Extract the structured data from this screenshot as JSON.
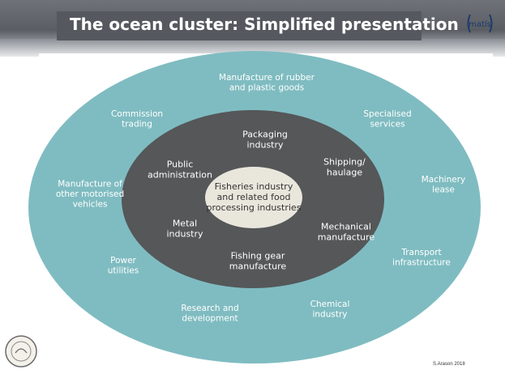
{
  "slide": {
    "title": "The ocean cluster: Simplified presentation",
    "logo_text": "matís",
    "footer": "S.Arason 2018"
  },
  "diagram": {
    "center": [
      "Fisheries industry",
      "and related food",
      "processing industries"
    ],
    "inner_ring": [
      [
        "Packaging",
        "industry"
      ],
      [
        "Shipping/",
        "haulage"
      ],
      [
        "Mechanical",
        "manufacture"
      ],
      [
        "Fishing gear",
        "manufacture"
      ],
      [
        "Metal",
        "industry"
      ],
      [
        "Public",
        "administration"
      ]
    ],
    "outer_ring": [
      [
        "Manufacture of rubber",
        "and plastic goods"
      ],
      [
        "Specialised",
        "services"
      ],
      [
        "Machinery",
        "lease"
      ],
      [
        "Transport",
        "infrastructure"
      ],
      [
        "Chemical",
        "industry"
      ],
      [
        "Research and",
        "development"
      ],
      [
        "Power",
        "utilities"
      ],
      [
        "Manufacture of",
        "other motorised",
        "vehicles"
      ],
      [
        "Commission",
        "trading"
      ]
    ]
  },
  "colors": {
    "outer": "#7fbcc1",
    "inner": "#555759",
    "center": "#e9e6dc",
    "outer_text": "#ffffff",
    "inner_text": "#ffffff",
    "center_text": "#333333"
  }
}
